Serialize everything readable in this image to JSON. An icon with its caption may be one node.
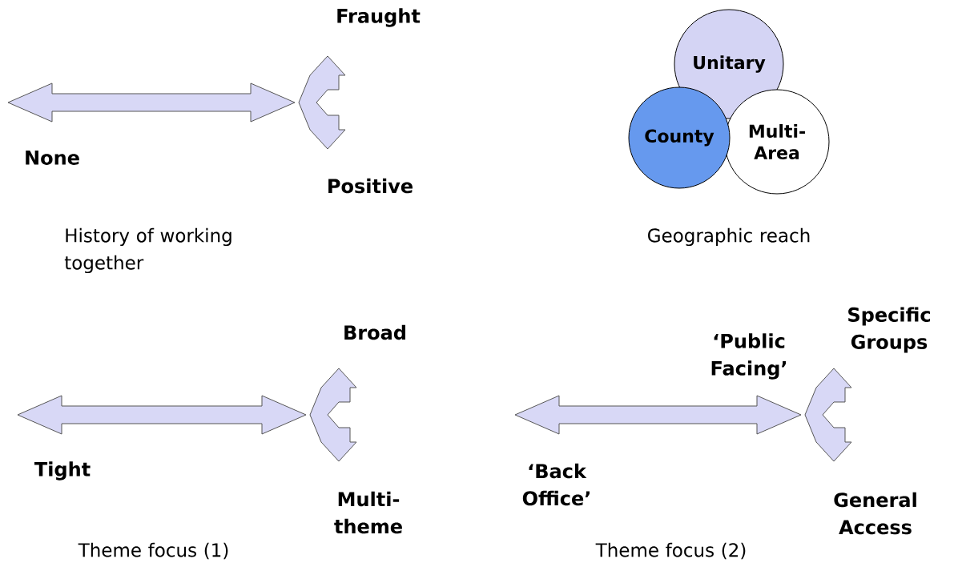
{
  "diagram": {
    "nodes": [
      {
        "text": [
          "Unitary"
        ]
      },
      {
        "text": [
          "County"
        ]
      },
      {
        "text": [
          "Multi-Area"
        ]
      }
    ],
    "labels": [
      "Fraught",
      "None",
      "Positive",
      "History of working together",
      "Geographic reach",
      "Broad",
      "‘Public Facing’",
      "Specific Groups",
      "Tight",
      "‘Back Office’",
      "Multi-theme",
      "General Access",
      "Theme focus (1)",
      "Theme focus (2)"
    ]
  }
}
